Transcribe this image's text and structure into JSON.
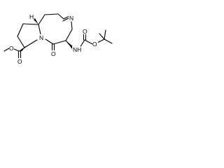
{
  "atoms": {
    "ester_o_single": "O",
    "ester_o_double": "O",
    "ring_n_amide": "N",
    "ring_n_imine": "N",
    "lactam_o": "O",
    "carbamate_nh": "NH",
    "carbamate_o_double": "O",
    "carbamate_o_single": "O",
    "stereo_h": "H"
  },
  "colors": {
    "bond": "#000000",
    "label": "#000000",
    "background": "#ffffff"
  }
}
